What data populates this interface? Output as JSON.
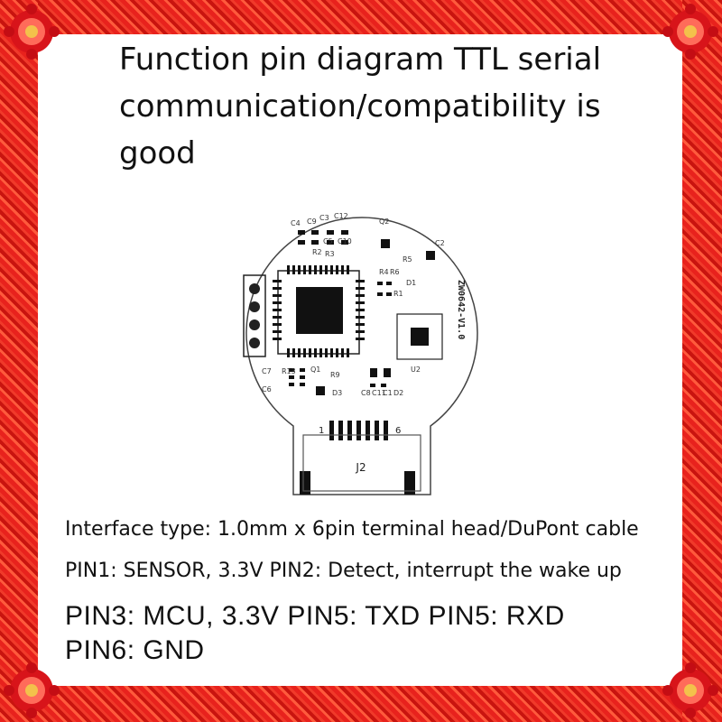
{
  "title": "Function pin diagram TTL serial communication/compatibility is good",
  "board": {
    "model": "ZW0642-V1.0",
    "connector": "J2",
    "pin_first": "1",
    "pin_last": "6",
    "components": [
      "C4",
      "C9",
      "C3",
      "C12",
      "C5",
      "C10",
      "R2",
      "R3",
      "Q2",
      "C2",
      "R5",
      "R4",
      "R6",
      "R1",
      "D1",
      "C7",
      "C6",
      "R13",
      "Q1",
      "R9",
      "D3",
      "C8",
      "C11",
      "C1",
      "D2",
      "U2"
    ]
  },
  "specs": {
    "interface": "Interface type: 1.0mm x 6pin terminal head/DuPont cable",
    "pin1_2": "PIN1: SENSOR, 3.3V PIN2: Detect, interrupt the wake up",
    "pin3_5": "PIN3: MCU, 3.3V  PIN5: TXD PIN5: RXD",
    "pin6": "PIN6: GND"
  },
  "colors": {
    "frame": "#e8221d",
    "text": "#111111"
  }
}
